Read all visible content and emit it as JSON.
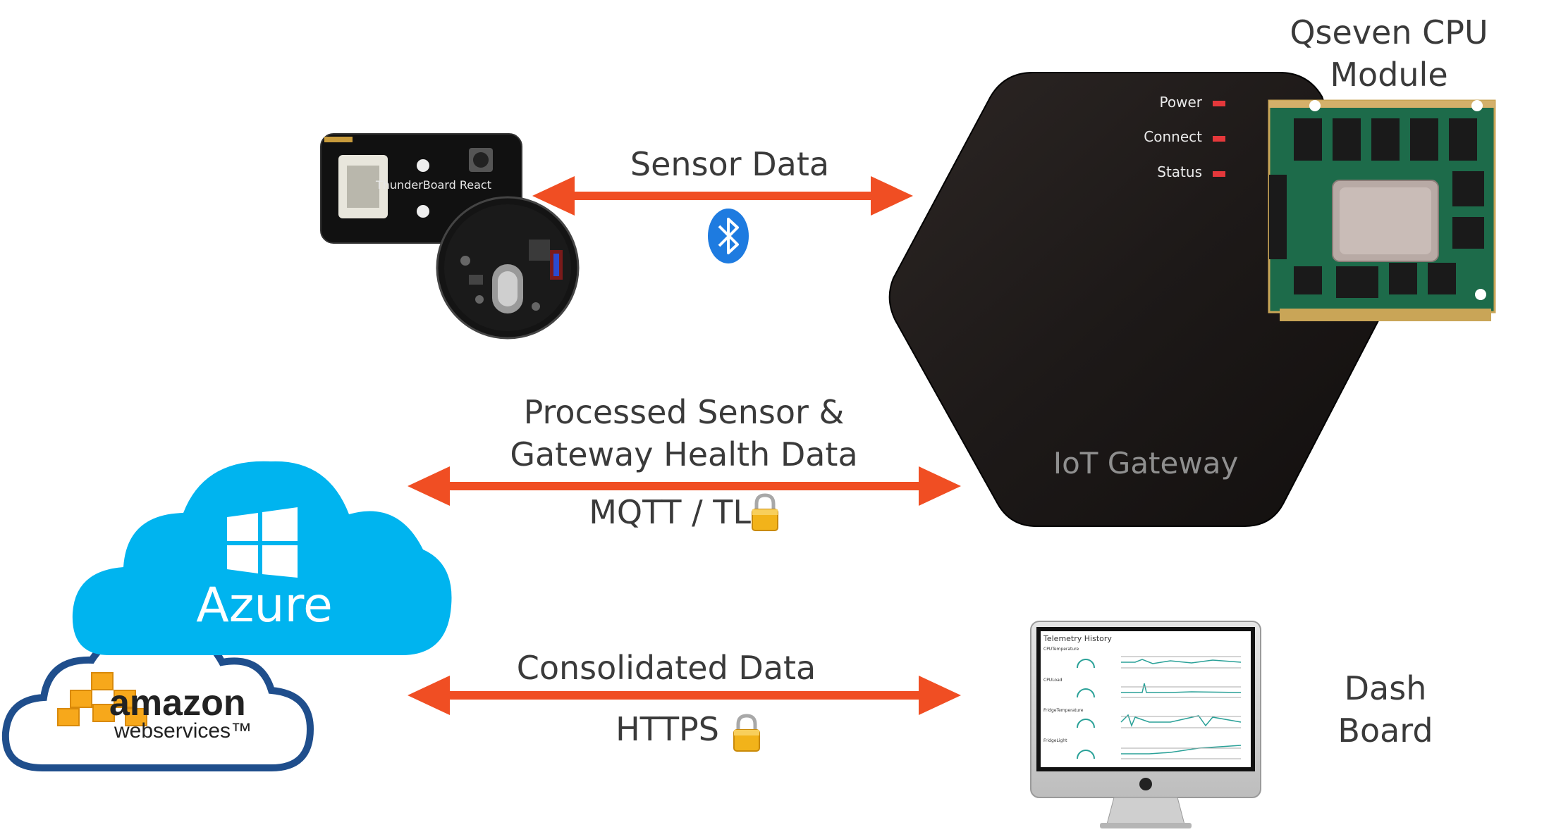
{
  "sensor_link": {
    "label": "Sensor Data"
  },
  "sensor_board": {
    "name": "ThunderBoard React"
  },
  "gateway": {
    "label": "IoT Gateway",
    "leds": [
      {
        "label": "Power"
      },
      {
        "label": "Connect"
      },
      {
        "label": "Status"
      }
    ]
  },
  "cpu_module": {
    "label_line1": "Qseven CPU",
    "label_line2": "Module"
  },
  "cloud_link": {
    "label_line1": "Processed Sensor &",
    "label_line2": "Gateway Health Data",
    "protocol": "MQTT / TL"
  },
  "dashboard_link": {
    "label": "Consolidated Data",
    "protocol": "HTTPS"
  },
  "azure": {
    "label": "Azure"
  },
  "aws": {
    "label_line1": "amazon",
    "label_line2": "webservices™"
  },
  "dashboard": {
    "label_line1": "Dash",
    "label_line2": "Board",
    "screen_title": "Telemetry History",
    "rows": [
      {
        "label": "CPUTemperature"
      },
      {
        "label": "CPULoad"
      },
      {
        "label": "FridgeTemperature"
      },
      {
        "label": "FridgeLight"
      }
    ]
  },
  "colors": {
    "arrow": "#f04e23",
    "gateway_body": "#1d1918",
    "azure_blue": "#00b4ef",
    "aws_navy": "#1f4e8c",
    "aws_orange": "#f7a81b",
    "bluetooth_blue": "#1e7be0",
    "led_red": "#e5383b",
    "pcb_green": "#1d6b4a"
  }
}
